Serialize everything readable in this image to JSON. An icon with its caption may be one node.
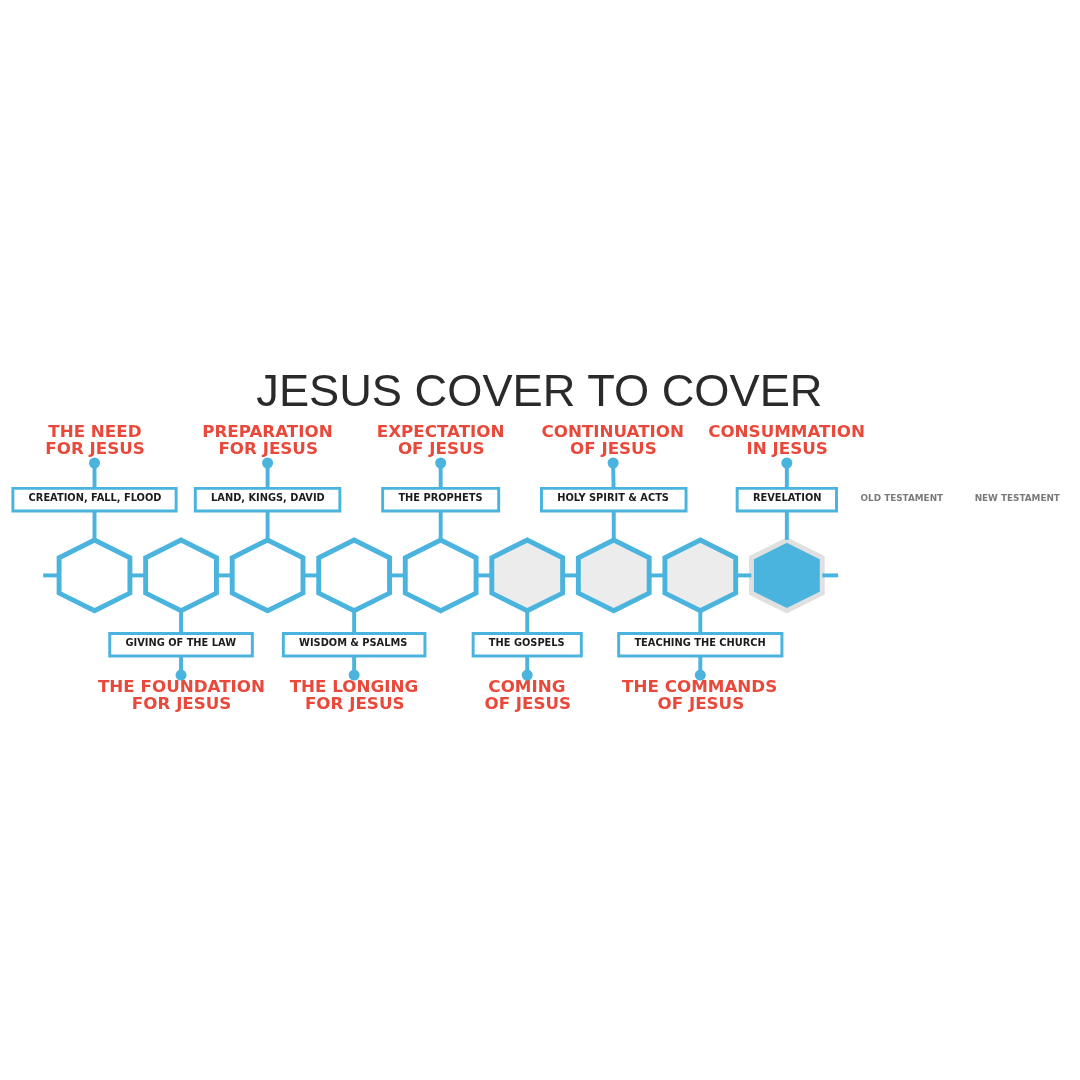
{
  "diagram": {
    "title": "JESUS COVER TO COVER",
    "nodes": [
      {
        "text": [
          "THE NEED FOR JESUS"
        ]
      },
      {
        "text": [
          "PREPARATION FOR JESUS"
        ]
      },
      {
        "text": [
          "EXPECTATION OF JESUS"
        ]
      },
      {
        "text": [
          "CONTINUATION OF JESUS"
        ]
      },
      {
        "text": [
          "CONSUMMATION IN JESUS"
        ]
      },
      {
        "text": [
          "CREATION, FALL, FLOOD"
        ]
      },
      {
        "text": [
          "LAND, KINGS, DAVID"
        ]
      },
      {
        "text": [
          "THE PROPHETS"
        ]
      },
      {
        "text": [
          "HOLY SPIRIT & ACTS"
        ]
      },
      {
        "text": [
          "REVELATION"
        ]
      },
      {
        "text": [],
        "shape": "hexagon"
      },
      {
        "text": [],
        "shape": "hexagon"
      },
      {
        "text": [],
        "shape": "hexagon"
      },
      {
        "text": [],
        "shape": "hexagon"
      },
      {
        "text": [],
        "shape": "hexagon"
      },
      {
        "text": [],
        "shape": "hexagon"
      },
      {
        "text": [],
        "shape": "hexagon"
      },
      {
        "text": [],
        "shape": "hexagon"
      },
      {
        "text": [],
        "shape": "hexagon"
      },
      {
        "text": [
          "GIVING OF THE LAW"
        ]
      },
      {
        "text": [
          "WISDOM & PSALMS"
        ]
      },
      {
        "text": [
          "THE GOSPELS"
        ]
      },
      {
        "text": [
          "TEACHING THE CHURCH"
        ]
      },
      {
        "text": [
          "THE FOUNDATION FOR JESUS"
        ]
      },
      {
        "text": [
          "THE LONGING FOR JESUS"
        ]
      },
      {
        "text": [
          "COMING OF JESUS"
        ]
      },
      {
        "text": [
          "THE COMMANDS OF JESUS"
        ]
      }
    ],
    "edges": [
      {
        "from": 0,
        "to": 5,
        "arrow": "other"
      },
      {
        "from": 1,
        "to": 6,
        "arrow": "other"
      },
      {
        "from": 2,
        "to": 7,
        "arrow": "other"
      },
      {
        "from": 3,
        "to": 8,
        "arrow": "other"
      },
      {
        "from": 4,
        "to": 9,
        "arrow": "other"
      },
      {
        "from": 5,
        "to": 10,
        "arrow": "none"
      },
      {
        "from": 6,
        "to": 12,
        "arrow": "none"
      },
      {
        "from": 7,
        "to": 14,
        "arrow": "none"
      },
      {
        "from": 8,
        "to": 16,
        "arrow": "none"
      },
      {
        "from": 9,
        "to": 18,
        "arrow": "none"
      },
      {
        "from": null,
        "to": 10,
        "arrow": "none"
      },
      {
        "from": 10,
        "to": 11,
        "arrow": "none"
      },
      {
        "from": 11,
        "to": 12,
        "arrow": "none"
      },
      {
        "from": 12,
        "to": 13,
        "arrow": "none"
      },
      {
        "from": 13,
        "to": 14,
        "arrow": "none"
      },
      {
        "from": 14,
        "to": 15,
        "arrow": "none"
      },
      {
        "from": 15,
        "to": 16,
        "arrow": "none"
      },
      {
        "from": 16,
        "to": 17,
        "arrow": "none"
      },
      {
        "from": 17,
        "to": 18,
        "arrow": "none"
      },
      {
        "from": 18,
        "to": null,
        "arrow": "none"
      },
      {
        "from": 11,
        "to": 19,
        "arrow": "none"
      },
      {
        "from": 13,
        "to": 20,
        "arrow": "none"
      },
      {
        "from": 15,
        "to": 21,
        "arrow": "none"
      },
      {
        "from": 17,
        "to": 22,
        "arrow": "none"
      },
      {
        "from": 19,
        "to": 23,
        "arrow": "other"
      },
      {
        "from": 20,
        "to": 24,
        "arrow": "other"
      },
      {
        "from": 21,
        "to": 25,
        "arrow": "other"
      },
      {
        "from": 22,
        "to": 26,
        "arrow": "other"
      }
    ],
    "labels": [
      "OLD TESTAMENT",
      "NEW TESTAMENT"
    ]
  }
}
